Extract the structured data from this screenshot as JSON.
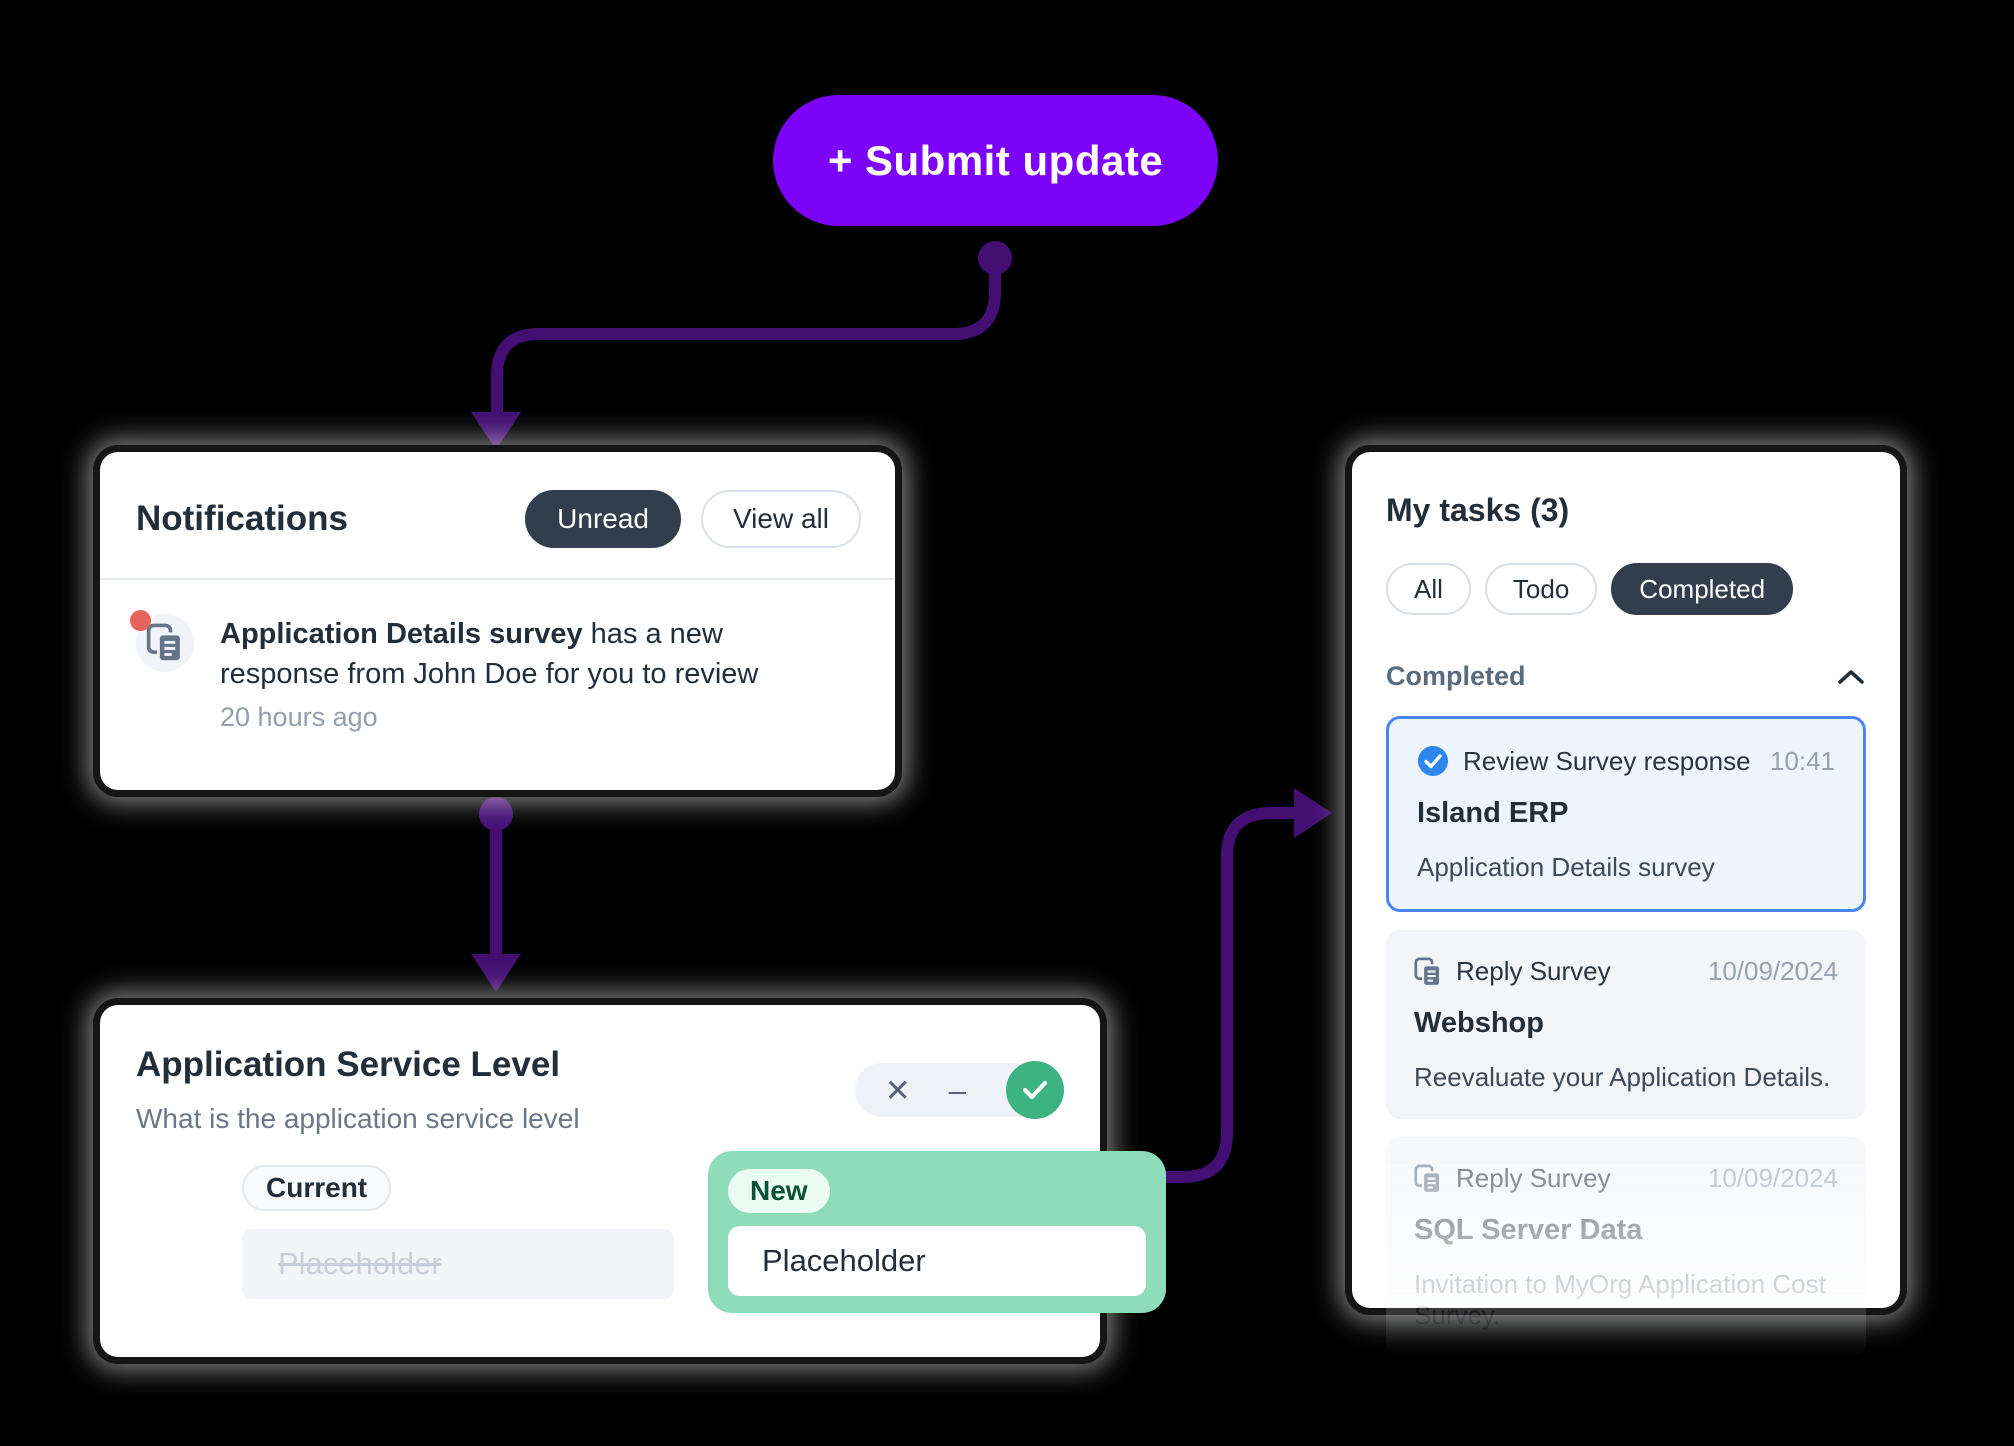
{
  "submit_button": {
    "label": "+ Submit update"
  },
  "notifications": {
    "title": "Notifications",
    "filters": {
      "unread": "Unread",
      "view_all": "View all"
    },
    "item": {
      "icon": "survey-copy-icon",
      "title_bold": "Application Details survey",
      "title_rest": " has a new response from John Doe for you to review",
      "time": "20 hours ago"
    }
  },
  "service_level": {
    "title": "Application Service Level",
    "question": "What is the application service level",
    "controls": {
      "dismiss": "✕",
      "skip": "–",
      "confirm": "check-icon"
    },
    "current": {
      "badge": "Current",
      "value": "Placeholder"
    },
    "updated": {
      "badge": "New",
      "value": "Placeholder"
    }
  },
  "tasks": {
    "title": "My tasks (3)",
    "filters": [
      {
        "label": "All",
        "active": false
      },
      {
        "label": "Todo",
        "active": false
      },
      {
        "label": "Completed",
        "active": true
      }
    ],
    "section": {
      "label": "Completed",
      "icon": "chevron-up-icon"
    },
    "items": [
      {
        "icon": "check-circle-icon",
        "title": "Review Survey response",
        "meta": "10:41",
        "name": "Island ERP",
        "description": "Application Details survey",
        "state": "highlighted"
      },
      {
        "icon": "survey-copy-icon",
        "title": "Reply Survey",
        "meta": "10/09/2024",
        "name": "Webshop",
        "description": "Reevaluate your Application Details.",
        "state": "default"
      },
      {
        "icon": "survey-copy-icon",
        "title": "Reply Survey",
        "meta": "10/09/2024",
        "name": "SQL Server Data",
        "description": "Invitation to MyOrg Application Cost Survey.",
        "state": "faded"
      }
    ]
  },
  "colors": {
    "accent_purple": "#7c03f7",
    "connector_purple": "#430f73",
    "success_green": "#3cb381",
    "panel_green": "#8edcba",
    "highlight_blue": "#4886f2",
    "unread_red": "#e7635d",
    "dark_pill": "#323e4d"
  }
}
